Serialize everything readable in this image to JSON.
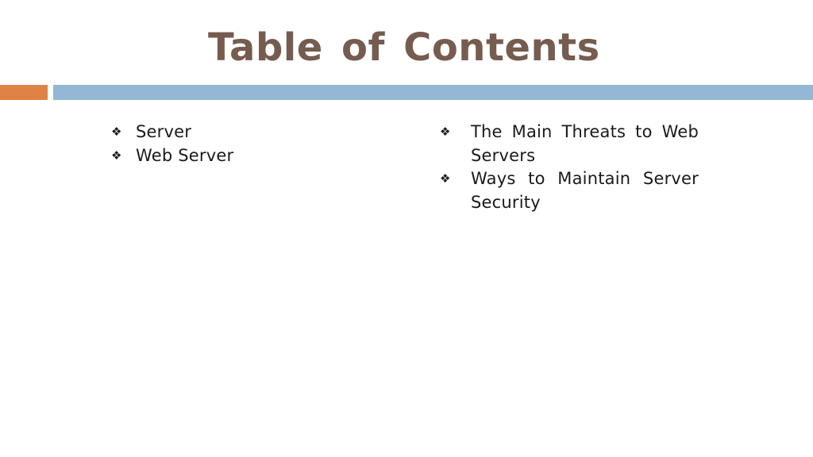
{
  "slide": {
    "title": "Table of Contents",
    "colors": {
      "title": "#765b4f",
      "accent_orange": "#df8344",
      "accent_blue": "#93b7d5"
    },
    "bullet_glyph": "❖",
    "left_column": {
      "items": [
        {
          "label": "Server",
          "icon": "diamond-bullet-icon"
        },
        {
          "label": "Web Server",
          "icon": "diamond-bullet-icon"
        }
      ]
    },
    "right_column": {
      "items": [
        {
          "label": "The Main Threats to Web Servers",
          "icon": "diamond-bullet-icon"
        },
        {
          "label": "Ways to Maintain Server Security",
          "icon": "diamond-bullet-icon"
        }
      ]
    }
  }
}
